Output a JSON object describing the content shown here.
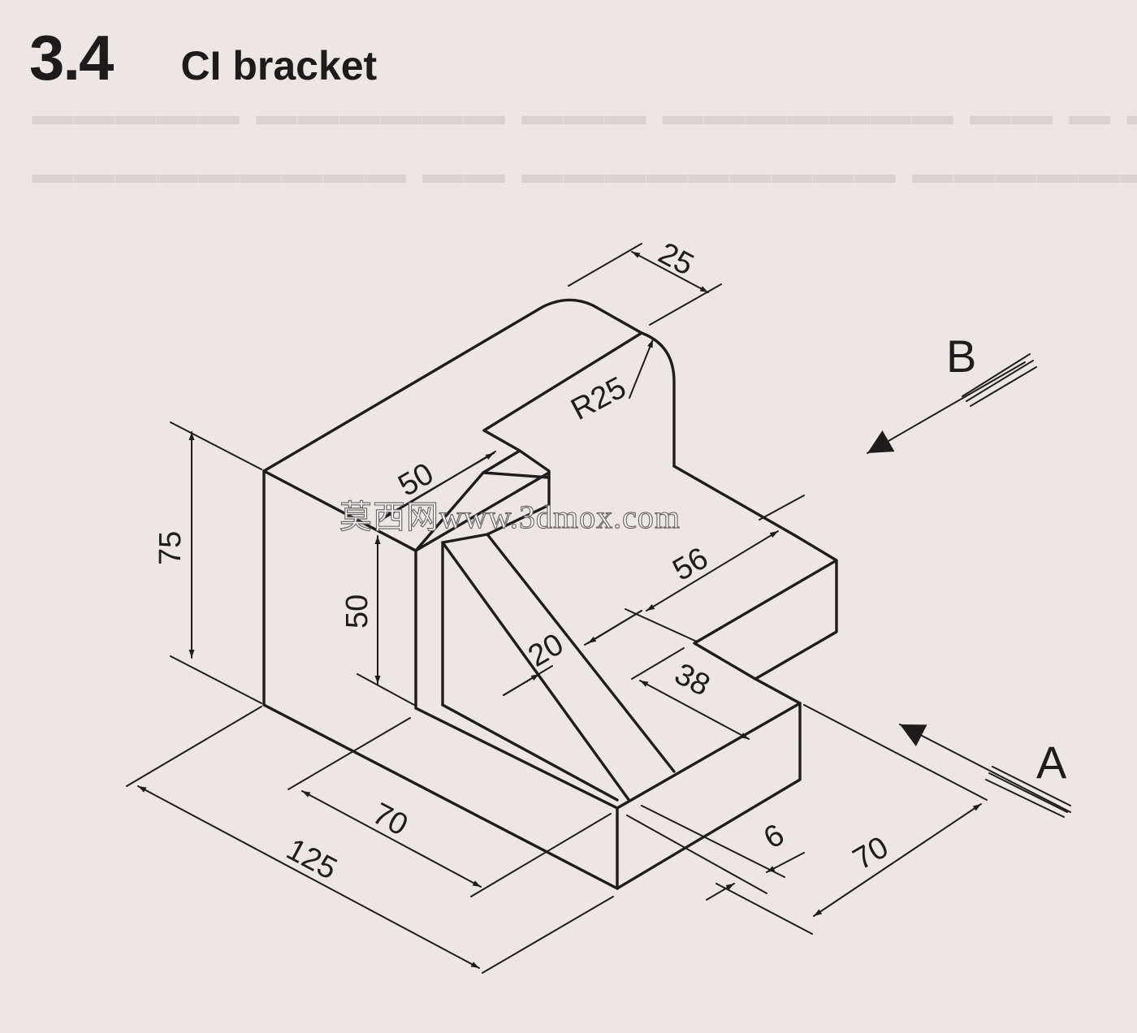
{
  "section": {
    "number": "3.4",
    "title": "CI bracket"
  },
  "dimensions": {
    "d25": "25",
    "r25": "R25",
    "d50_top": "50",
    "d75": "75",
    "d50_side": "50",
    "d56": "56",
    "d20": "20",
    "d38": "38",
    "d70_front": "70",
    "d125": "125",
    "d6": "6",
    "d70_side": "70"
  },
  "views": {
    "a": "A",
    "b": "B"
  },
  "watermark": "莫西网www.3dmox.com",
  "colors": {
    "paper": "#ece7e4",
    "ink": "#1e1c1d"
  }
}
